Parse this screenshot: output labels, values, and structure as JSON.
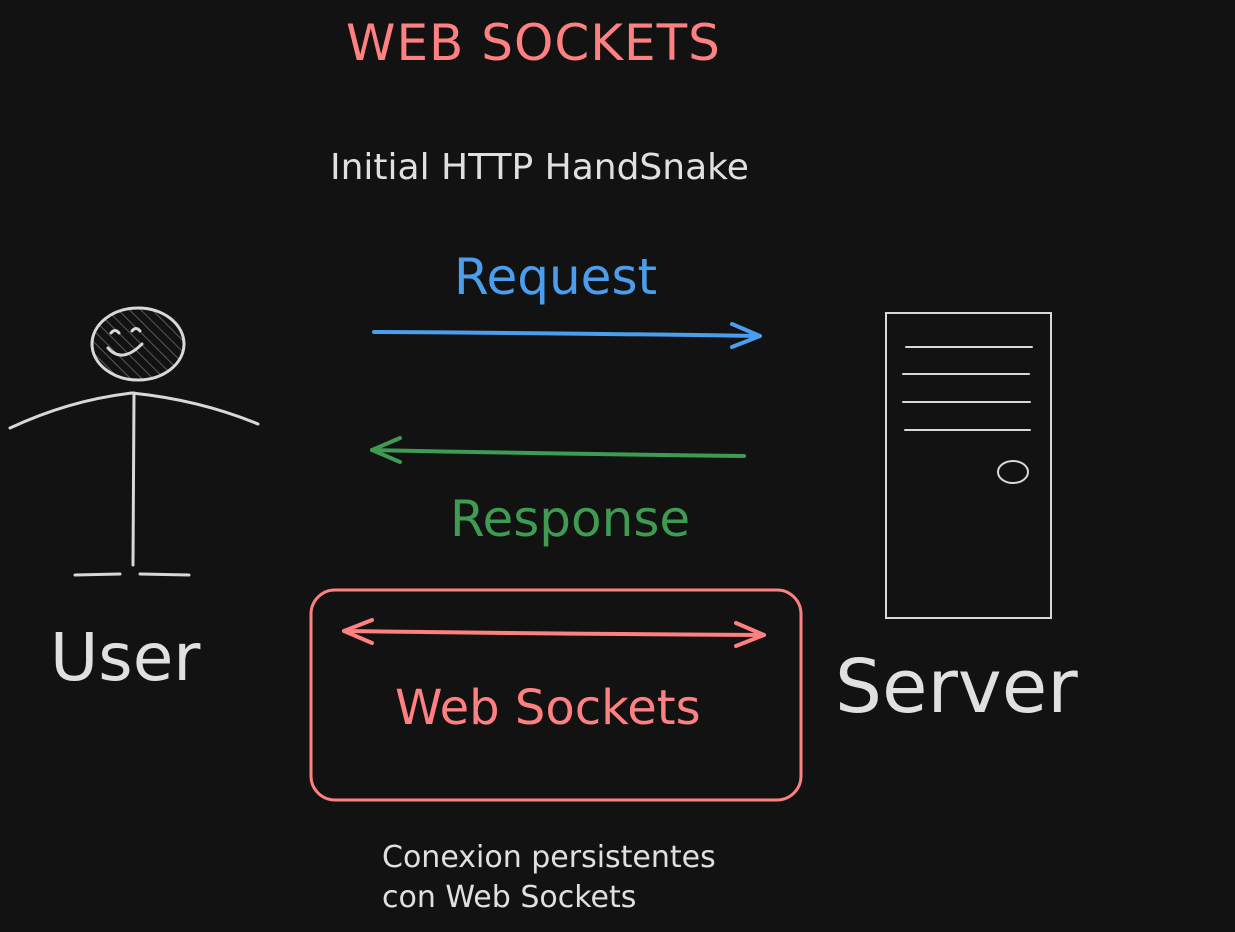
{
  "title": "WEB SOCKETS",
  "subtitle": "Initial HTTP HandSnake",
  "request_label": "Request",
  "response_label": "Response",
  "user_label": "User",
  "server_label": "Server",
  "websocket_label": "Web Sockets",
  "note_lines": [
    "Conexion persistentes",
    "con Web Sockets"
  ],
  "colors": {
    "background": "#121212",
    "title": "#ff8080",
    "text": "#e0e0e0",
    "request": "#4a9eed",
    "response": "#3f9a52",
    "websocket": "#ff8080",
    "stroke": "#d8d8d8"
  }
}
